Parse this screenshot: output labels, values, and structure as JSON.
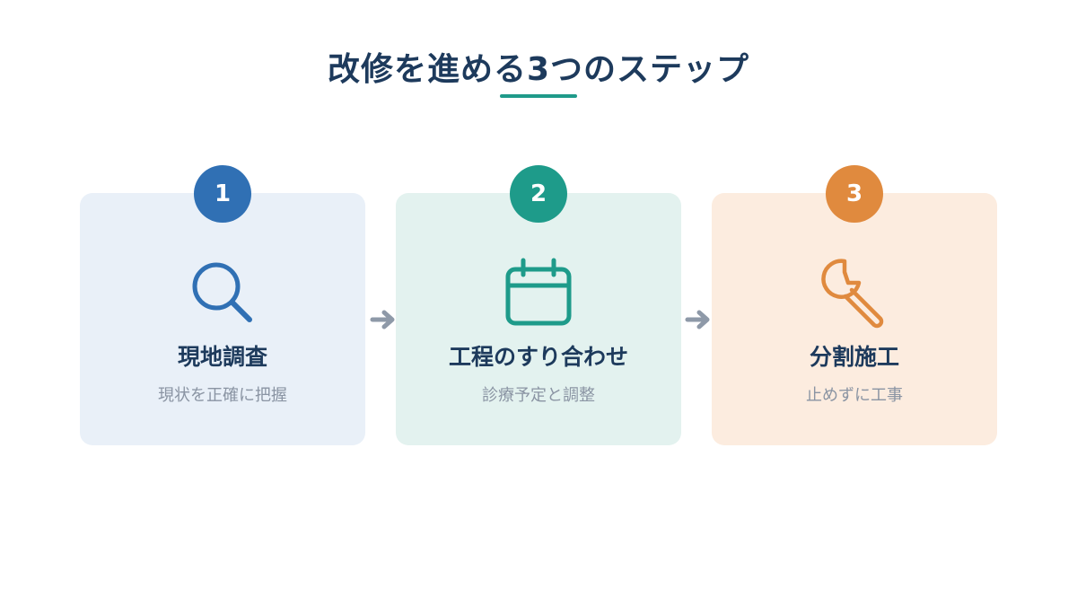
{
  "title": "改修を進める3つのステップ",
  "colors": {
    "title": "#1d3a5c",
    "underline": "#1f9a8a",
    "arrow": "#8e99a8"
  },
  "steps": [
    {
      "number": "1",
      "title": "現地調査",
      "description": "現状を正確に把握",
      "icon": "magnifier-icon",
      "accent": "#3070b4",
      "background": "#e9f0f8"
    },
    {
      "number": "2",
      "title": "工程のすり合わせ",
      "description": "診療予定と調整",
      "icon": "calendar-icon",
      "accent": "#1e9b8a",
      "background": "#e3f2ef"
    },
    {
      "number": "3",
      "title": "分割施工",
      "description": "止めずに工事",
      "icon": "wrench-icon",
      "accent": "#e08a3e",
      "background": "#fcecdf"
    }
  ]
}
